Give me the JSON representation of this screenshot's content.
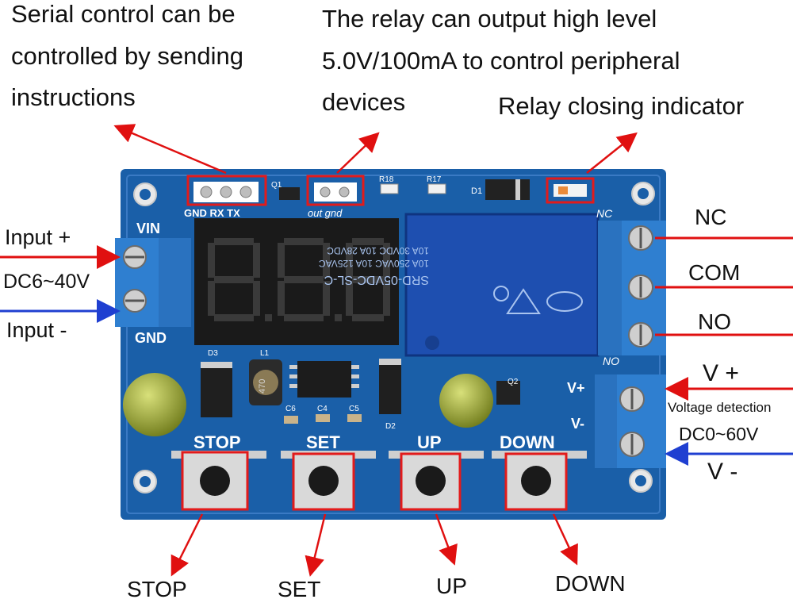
{
  "annotations": {
    "serial": [
      "Serial control can be",
      "controlled by sending",
      "instructions"
    ],
    "relay_output": [
      "The relay can output high level",
      "5.0V/100mA to control peripheral",
      "devices"
    ],
    "relay_indicator": "Relay closing indicator",
    "input_plus": "Input +",
    "input_range": "DC6~40V",
    "input_minus": "Input -",
    "nc": "NC",
    "com": "COM",
    "no": "NO",
    "v_plus": "V +",
    "voltage_detection": "Voltage detection",
    "voltage_range": "DC0~60V",
    "v_minus": "V -",
    "btn_stop": "STOP",
    "btn_set": "SET",
    "btn_up": "UP",
    "btn_down": "DOWN"
  },
  "board": {
    "serial_pins": "GND RX TX",
    "out_pins": "out gnd",
    "q1": "Q1",
    "r18": "R18",
    "r17": "R17",
    "d1": "D1",
    "vin": "VIN",
    "gnd": "GND",
    "nc": "NC",
    "no": "NO",
    "vplus": "V+",
    "vminus": "V-",
    "d3": "D3",
    "l1": "L1",
    "inductor_val": "470",
    "q2": "Q2",
    "d2": "D2",
    "c6": "C6",
    "c4": "C4",
    "c5": "C5",
    "stop": "STOP",
    "set": "SET",
    "up": "UP",
    "down": "DOWN",
    "relay_text": [
      "SRD-05VDC-SL-C",
      "10A 250VAC  10A 125VAC",
      "10A 30VDC  10A 28VDC"
    ],
    "display": "8.8.8."
  },
  "colors": {
    "pcb": "#1a5fa8",
    "highlight": "#e21b1b",
    "arrow_red": "#e01010",
    "arrow_blue": "#1f3fd1",
    "terminal": "#2f7fd0",
    "relay": "#1e4fb0"
  }
}
